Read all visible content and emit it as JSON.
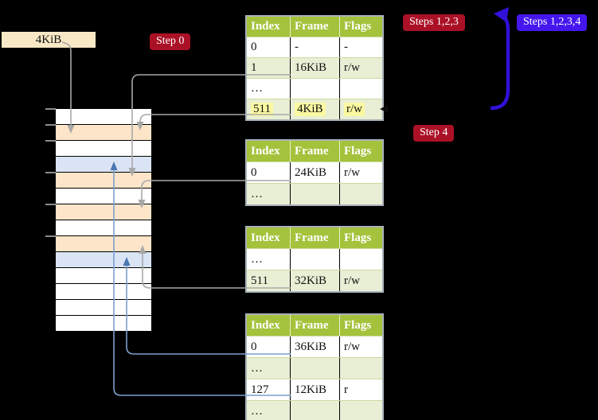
{
  "frame_box": {
    "label": "4KiB"
  },
  "labels": {
    "step0": "Step 0",
    "steps123": "Steps 1,2,3",
    "steps1234": "Steps 1,2,3,4",
    "step4": "Step 4"
  },
  "memory": {
    "pattern": [
      "white",
      "peach",
      "white",
      "blue",
      "peach",
      "white",
      "peach",
      "white",
      "peach",
      "blue",
      "white",
      "white",
      "white",
      "white"
    ],
    "tick_rows": [
      0,
      1,
      2,
      4,
      6,
      8
    ]
  },
  "tables": [
    {
      "headers": [
        "Index",
        "Frame",
        "Flags"
      ],
      "rows": [
        {
          "cells": [
            "0",
            "-",
            "-"
          ],
          "shaded": false,
          "highlight": false
        },
        {
          "cells": [
            "1",
            "16KiB",
            "r/w"
          ],
          "shaded": true,
          "highlight": false
        },
        {
          "cells": [
            "…",
            "",
            ""
          ],
          "shaded": false,
          "highlight": false
        },
        {
          "cells": [
            "511",
            "4KiB",
            "r/w"
          ],
          "shaded": true,
          "highlight": true
        }
      ]
    },
    {
      "headers": [
        "Index",
        "Frame",
        "Flags"
      ],
      "rows": [
        {
          "cells": [
            "0",
            "24KiB",
            "r/w"
          ],
          "shaded": false,
          "highlight": false
        },
        {
          "cells": [
            "…",
            "",
            ""
          ],
          "shaded": true,
          "highlight": false
        }
      ]
    },
    {
      "headers": [
        "Index",
        "Frame",
        "Flags"
      ],
      "rows": [
        {
          "cells": [
            "…",
            "",
            ""
          ],
          "shaded": false,
          "highlight": false
        },
        {
          "cells": [
            "511",
            "32KiB",
            "r/w"
          ],
          "shaded": true,
          "highlight": false
        }
      ]
    },
    {
      "headers": [
        "Index",
        "Frame",
        "Flags"
      ],
      "rows": [
        {
          "cells": [
            "0",
            "36KiB",
            "r/w"
          ],
          "shaded": false,
          "highlight": false
        },
        {
          "cells": [
            "…",
            "",
            ""
          ],
          "shaded": true,
          "highlight": false
        },
        {
          "cells": [
            "127",
            "12KiB",
            "r"
          ],
          "shaded": false,
          "highlight": false
        },
        {
          "cells": [
            "…",
            "",
            ""
          ],
          "shaded": true,
          "highlight": false
        }
      ]
    }
  ],
  "palette": {
    "table_header_green": "#a4c23b",
    "table_row_green": "#e9efd5",
    "frame_peach": "#fde5c9",
    "frame_blue": "#dae4f5",
    "frame_box_tan": "#f8e8c6",
    "label_red": "#ab1126",
    "label_blue": "#4517ee",
    "arrow_thick_blue": "#2f11d8",
    "connector_gray": "#a8a8a8",
    "connector_blue": "#7d9ecf",
    "highlight_yellow": "#fbf8a1"
  }
}
